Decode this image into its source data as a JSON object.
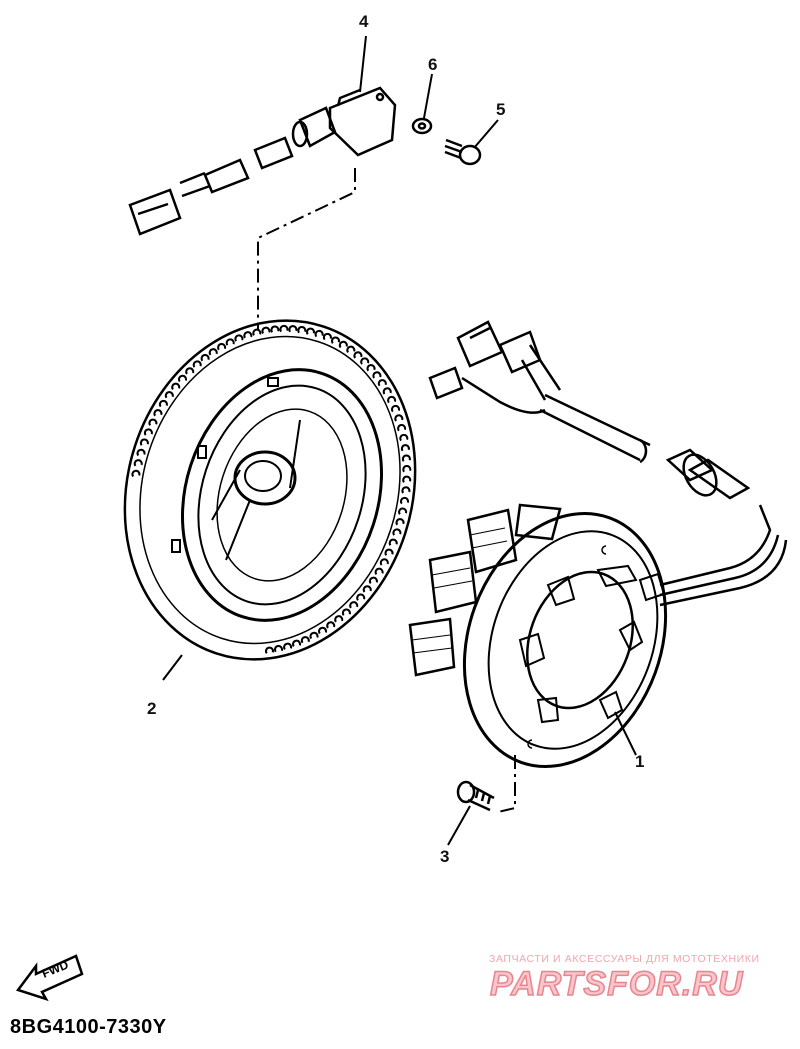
{
  "diagram": {
    "callouts": {
      "part_1": "1",
      "part_2": "2",
      "part_3": "3",
      "part_4": "4",
      "part_5": "5",
      "part_6": "6"
    },
    "direction_badge": "FWD",
    "drawing_code": "8BG4100-7330Y"
  },
  "watermark": {
    "tagline": "ЗАПЧАСТИ И АКСЕССУАРЫ ДЛЯ МОТОТЕХНИКИ",
    "brand": "PARTSFOR.RU",
    "color": "#e9858f"
  }
}
